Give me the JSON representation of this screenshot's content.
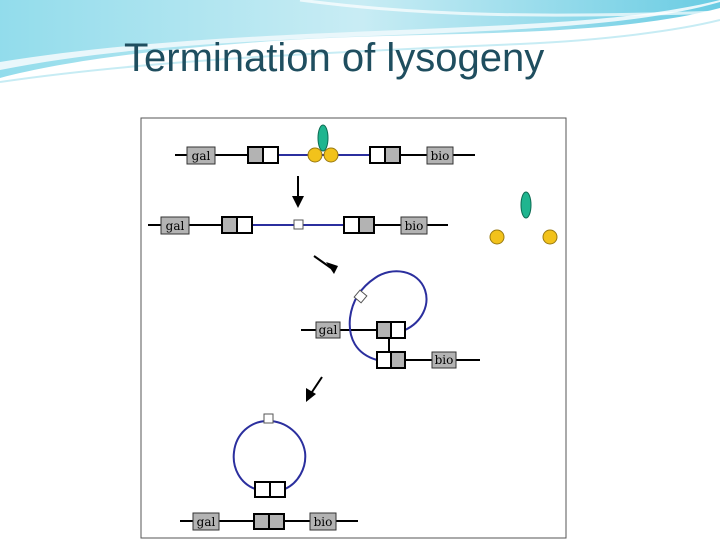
{
  "slide": {
    "title": "Termination of lysogeny"
  },
  "diagram": {
    "gene_labels": {
      "left": "gal",
      "right": "bio"
    },
    "colors": {
      "phage_dna": "#2b2f9e",
      "host_dna": "#000000",
      "protein_xis": "#1fb58f",
      "protein_int": "#f2c21b",
      "box_fill": "#b3b3b3",
      "theme_accent": "#53c6e0",
      "title_text": "#1f4e5f"
    }
  }
}
